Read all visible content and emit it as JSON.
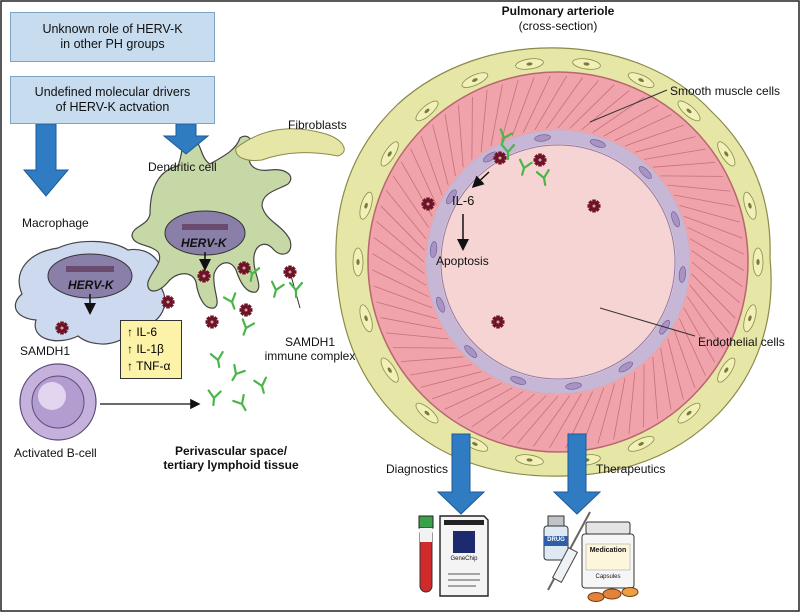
{
  "boxes": {
    "unknown_role_line1": "Unknown role of HERV-K",
    "unknown_role_line2": "in other PH groups",
    "undefined_drivers_line1": "Undefined molecular drivers",
    "undefined_drivers_line2": "of HERV-K actvation"
  },
  "labels": {
    "pulmonary_arteriole": "Pulmonary arteriole",
    "cross_section": "(cross-section)",
    "smooth_muscle_cells": "Smooth muscle cells",
    "fibroblasts": "Fibroblasts",
    "dendritic_cell": "Dendritic cell",
    "macrophage": "Macrophage",
    "herv_k_macrophage": "HERV-K",
    "herv_k_dendritic": "HERV-K",
    "samdh1": "SAMDH1",
    "samdh1_immune_line1": "SAMDH1",
    "samdh1_immune_line2": "immune complex",
    "il6_lumen": "IL-6",
    "apoptosis": "Apoptosis",
    "endothelial_cells": "Endothelial cells",
    "activated_b_cell": "Activated B-cell",
    "perivascular_line1": "Perivascular space/",
    "perivascular_line2": "tertiary lymphoid tissue",
    "diagnostics": "Diagnostics",
    "therapeutics": "Therapeutics"
  },
  "cytokines": [
    "IL-6",
    "IL-1β",
    "TNF-α"
  ],
  "products": {
    "genechip": "GeneChip",
    "drug": "DRUG",
    "medication": "Medication",
    "capsules": "Capsules"
  },
  "colors": {
    "box_fill": "#c7dcee",
    "arrow_blue": "#2f7cc2",
    "fibroblast": "#e6e6a6",
    "smooth_muscle": "#f0a3ab",
    "lumen": "#f6d4d4",
    "endothelium": "#c7b7d6",
    "dendritic_cell": "#c6d8a6",
    "macrophage": "#cdd9ee",
    "b_cell": "#c5b2dc",
    "antibody": "#4bb54a",
    "samdh1": "#6e1326",
    "cytokine_box": "#fdf3a8"
  },
  "icons": [
    "up-arrow-icon",
    "samdh1-icon",
    "antibody-icon",
    "test-tube-icon",
    "genechip-icon",
    "syringe-icon",
    "pill-bottle-icon"
  ]
}
